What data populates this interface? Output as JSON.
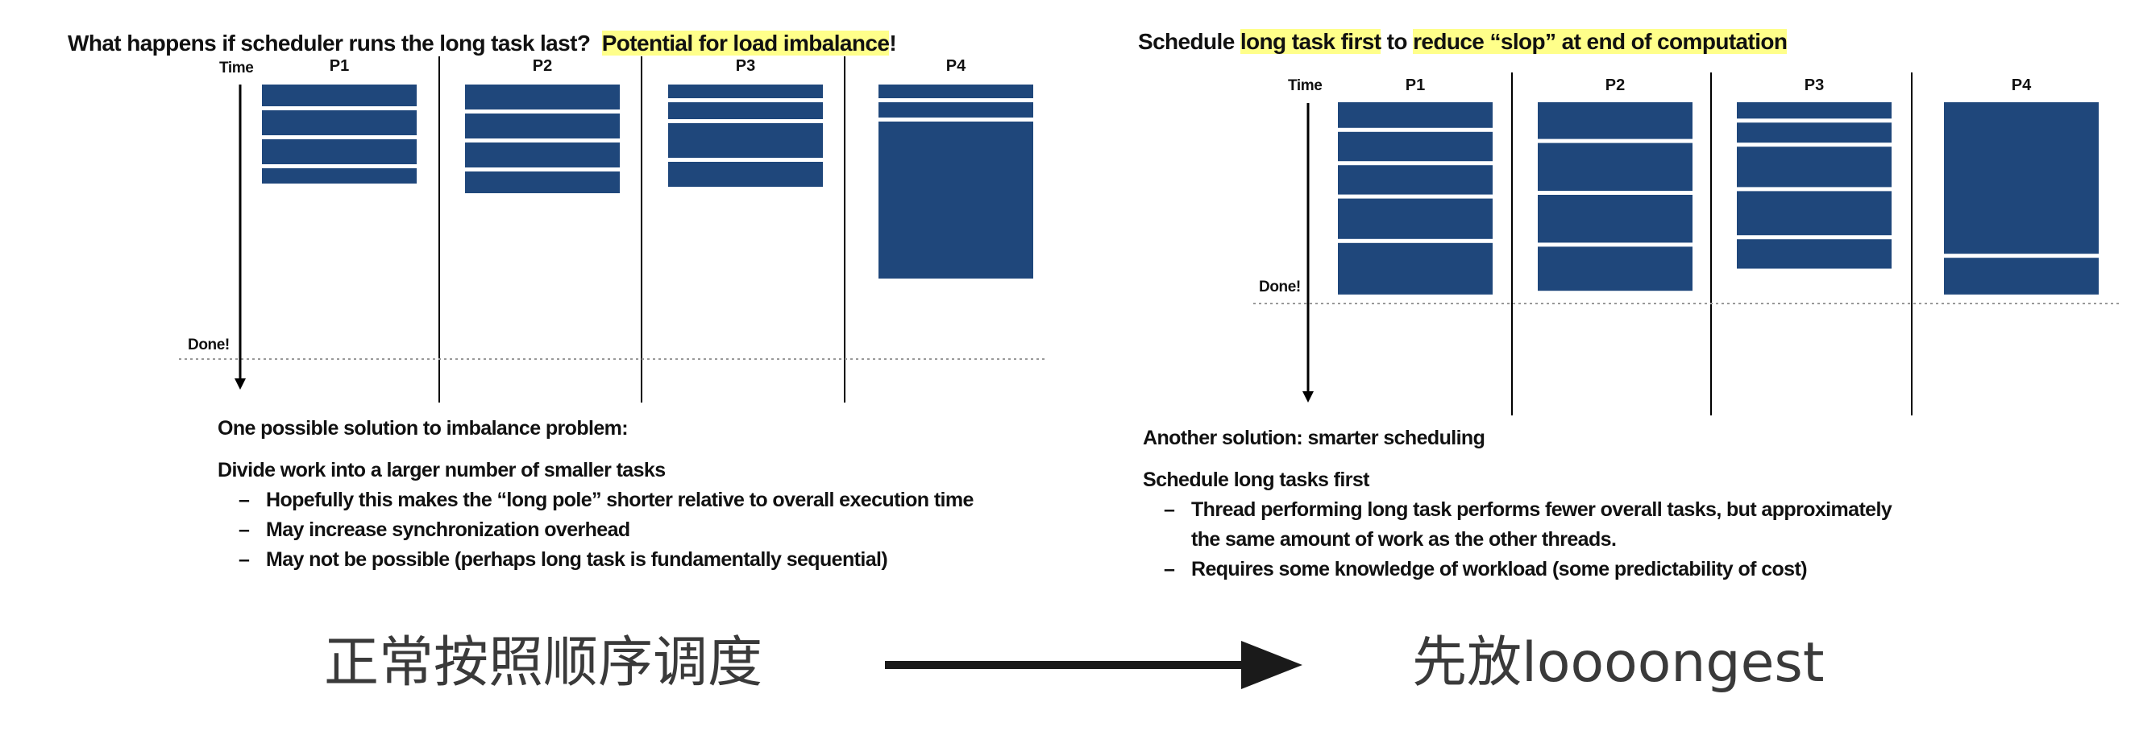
{
  "colors": {
    "task": "#1f477b",
    "task_gap": "#ffffff",
    "highlight": "#ffff8a",
    "axis": "#000000",
    "dotted": "#999999",
    "caption": "#3a3a3a"
  },
  "left_panel": {
    "title_pre": "What happens if scheduler runs the long task last?",
    "title_highlight": "Potential for load imbalance",
    "title_post": "!",
    "time_label": "Time",
    "done_label": "Done!",
    "processors": [
      {
        "label": "P1",
        "task_durations": [
          0.8,
          0.9,
          0.9,
          0.6
        ]
      },
      {
        "label": "P2",
        "task_durations": [
          0.9,
          0.9,
          0.9,
          0.8
        ]
      },
      {
        "label": "P3",
        "task_durations": [
          0.55,
          0.65,
          1.2,
          0.9
        ]
      },
      {
        "label": "P4",
        "task_durations": [
          0.55,
          0.6,
          5.0
        ]
      }
    ],
    "intro": "One possible solution to imbalance problem:",
    "subheading": "Divide work into a larger number of smaller tasks",
    "bullet_marker": "–",
    "bullets": [
      "Hopefully this makes the “long pole” shorter relative to overall execution time",
      "May increase synchronization overhead",
      "May not be possible (perhaps long task is fundamentally sequential)"
    ]
  },
  "right_panel": {
    "title_pre": "Schedule ",
    "title_highlight_1": "long task first",
    "title_mid": " to ",
    "title_highlight_2": "reduce “slop” at end of computation",
    "time_label": "Time",
    "done_label": "Done!",
    "processors": [
      {
        "label": "P1",
        "task_durations": [
          0.8,
          0.9,
          0.9,
          1.2,
          1.5
        ]
      },
      {
        "label": "P2",
        "task_durations": [
          1.1,
          1.4,
          1.4,
          1.3
        ]
      },
      {
        "label": "P3",
        "task_durations": [
          0.55,
          0.65,
          1.2,
          1.3,
          0.9
        ]
      },
      {
        "label": "P4",
        "task_durations": [
          4.2,
          1.1
        ]
      }
    ],
    "intro": "Another solution: smarter scheduling",
    "subheading": "Schedule long tasks first",
    "bullet_marker": "–",
    "bullets": [
      "Thread performing long task performs fewer overall tasks, but approximately the same amount of work as the other threads.",
      "Requires some knowledge of workload (some predictability of cost)"
    ]
  },
  "captions": {
    "left": "正常按照顺序调度",
    "right": "先放loooongest"
  }
}
